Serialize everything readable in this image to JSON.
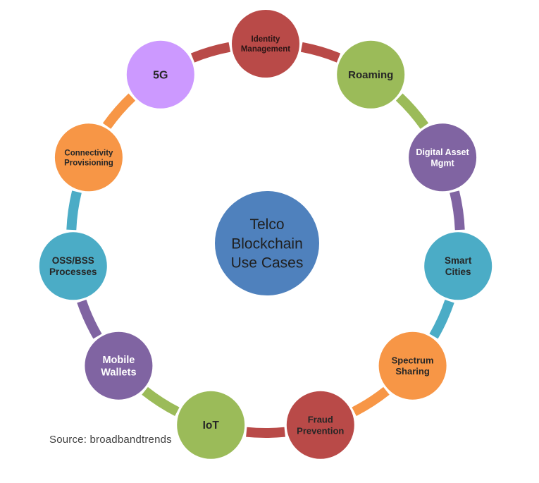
{
  "source_text": "Source: broadbandtrends",
  "colors": {
    "red": "#B94A48",
    "green": "#9BBB59",
    "purple": "#8064A2",
    "teal": "#4BACC6",
    "orange": "#F79646",
    "lavender": "#CC99FF",
    "hub_blue": "#4F81BD",
    "dark_text": "#262626",
    "light_text": "#FFFFFF"
  },
  "diagram": {
    "hub": {
      "id": "telco-blockchain-use-cases",
      "lines": [
        "Telco",
        "Blockchain",
        "Use Cases"
      ],
      "fill": "#4F81BD",
      "text_color": "#1F1F1F",
      "font": 21
    },
    "nodes": [
      {
        "id": "identity-management",
        "lines": [
          "Identity",
          "Management"
        ],
        "fill": "#B94A48",
        "text_color": "#2B1515",
        "font": 11.5
      },
      {
        "id": "roaming",
        "lines": [
          "Roaming"
        ],
        "fill": "#9BBB59",
        "text_color": "#262626",
        "font": 15
      },
      {
        "id": "digital-asset-mgmt",
        "lines": [
          "Digital Asset",
          "Mgmt"
        ],
        "fill": "#8064A2",
        "text_color": "#FFFFFF",
        "font": 12.5
      },
      {
        "id": "smart-cities",
        "lines": [
          "Smart",
          "Cities"
        ],
        "fill": "#4BACC6",
        "text_color": "#262626",
        "font": 13.5
      },
      {
        "id": "spectrum-sharing",
        "lines": [
          "Spectrum",
          "Sharing"
        ],
        "fill": "#F79646",
        "text_color": "#262626",
        "font": 13
      },
      {
        "id": "fraud-prevention",
        "lines": [
          "Fraud",
          "Prevention"
        ],
        "fill": "#B94A48",
        "text_color": "#262626",
        "font": 13
      },
      {
        "id": "iot",
        "lines": [
          "IoT"
        ],
        "fill": "#9BBB59",
        "text_color": "#262626",
        "font": 15.5
      },
      {
        "id": "mobile-wallets",
        "lines": [
          "Mobile",
          "Wallets"
        ],
        "fill": "#8064A2",
        "text_color": "#FFFFFF",
        "font": 14.5
      },
      {
        "id": "oss-bss-processes",
        "lines": [
          "OSS/BSS",
          "Processes"
        ],
        "fill": "#4BACC6",
        "text_color": "#262626",
        "font": 13.5
      },
      {
        "id": "connectivity-provisioning",
        "lines": [
          "Connectivity",
          "Provisioning"
        ],
        "fill": "#F79646",
        "text_color": "#262626",
        "font": 11.5
      },
      {
        "id": "5g",
        "lines": [
          "5G"
        ],
        "fill": "#CC99FF",
        "text_color": "#262626",
        "font": 16
      }
    ],
    "connector_colors": [
      "#B94A48",
      "#9BBB59",
      "#8064A2",
      "#4BACC6",
      "#F79646",
      "#B94A48",
      "#9BBB59",
      "#8064A2",
      "#4BACC6",
      "#F79646",
      "#B94A48"
    ]
  }
}
